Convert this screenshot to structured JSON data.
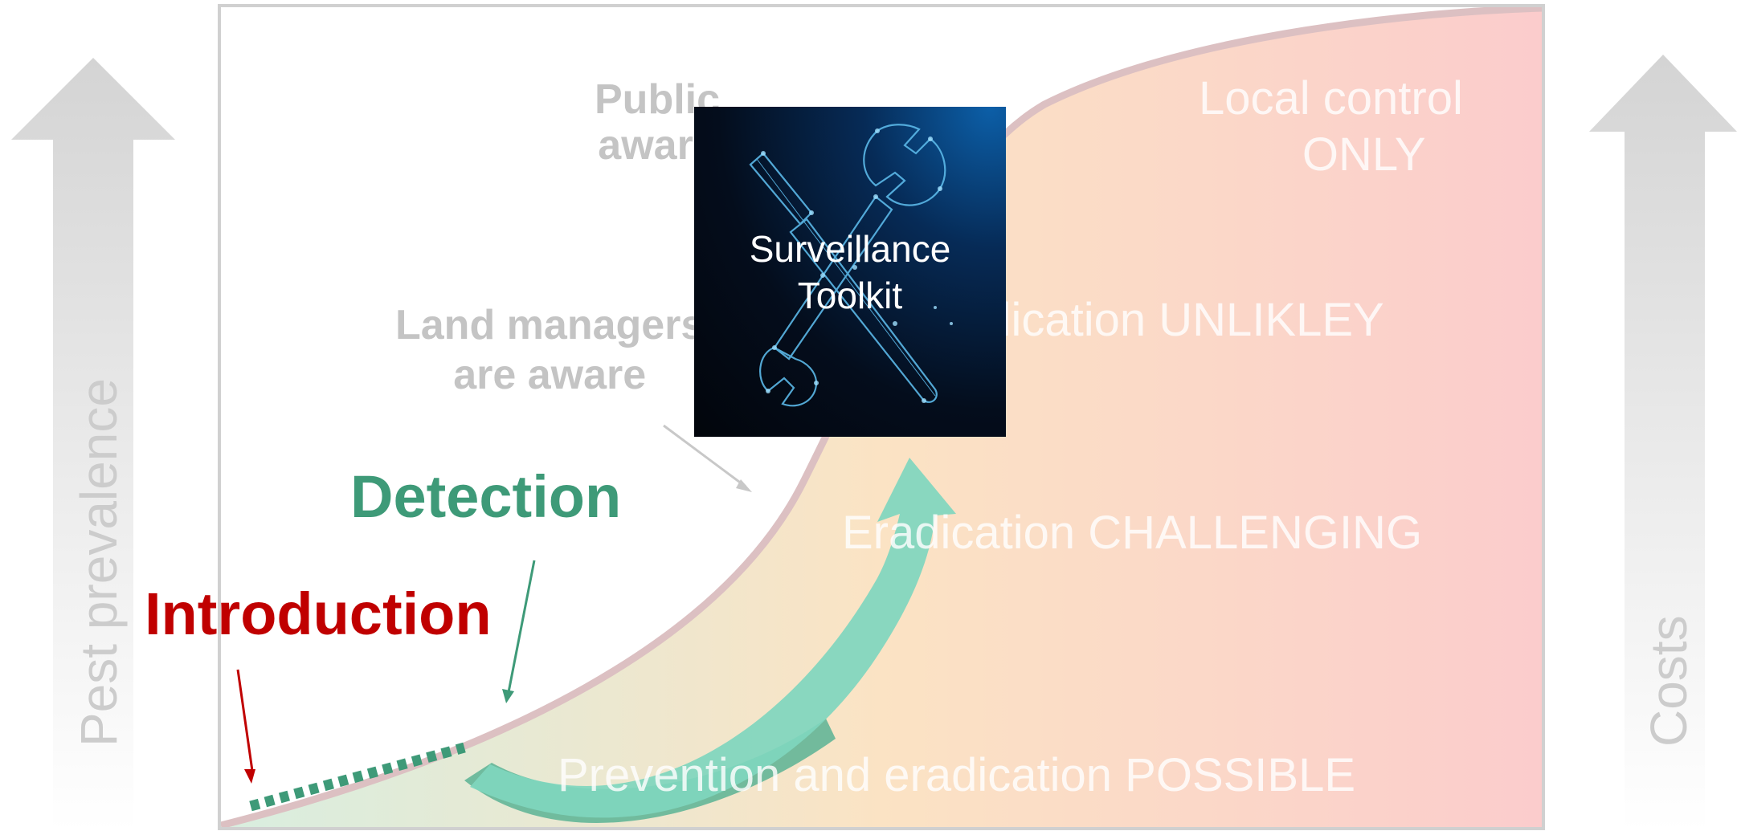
{
  "axes": {
    "left_label": "Pest prevalence",
    "right_label": "Costs"
  },
  "stages": {
    "local_control": "Local control\n        ONLY",
    "eradication_unlikely": "Eradication UNLIKLEY",
    "eradication_challenging": "Eradication CHALLENGING",
    "prevention_possible": "Prevention and eradication POSSIBLE"
  },
  "awareness": {
    "public": "Public\naware",
    "land_managers": "Land managers\nare aware"
  },
  "events": {
    "introduction": "Introduction",
    "detection": "Detection"
  },
  "toolkit": {
    "title": "Surveillance\nToolkit",
    "icon": "crossed-wrench-and-screwdriver-icon"
  },
  "colors": {
    "introduction": "#c00000",
    "detection": "#3e9a78",
    "detection_arrow": "#5ab394",
    "toolkit_arrow": "#7fd6be",
    "gradient_start": "#d4ecdc",
    "gradient_mid": "#fbe3c4",
    "gradient_end": "#fbcccc",
    "curve_outline": "#dcc0c2",
    "frame": "#d0d0d0",
    "axis_arrow": "#d9d9d9"
  }
}
